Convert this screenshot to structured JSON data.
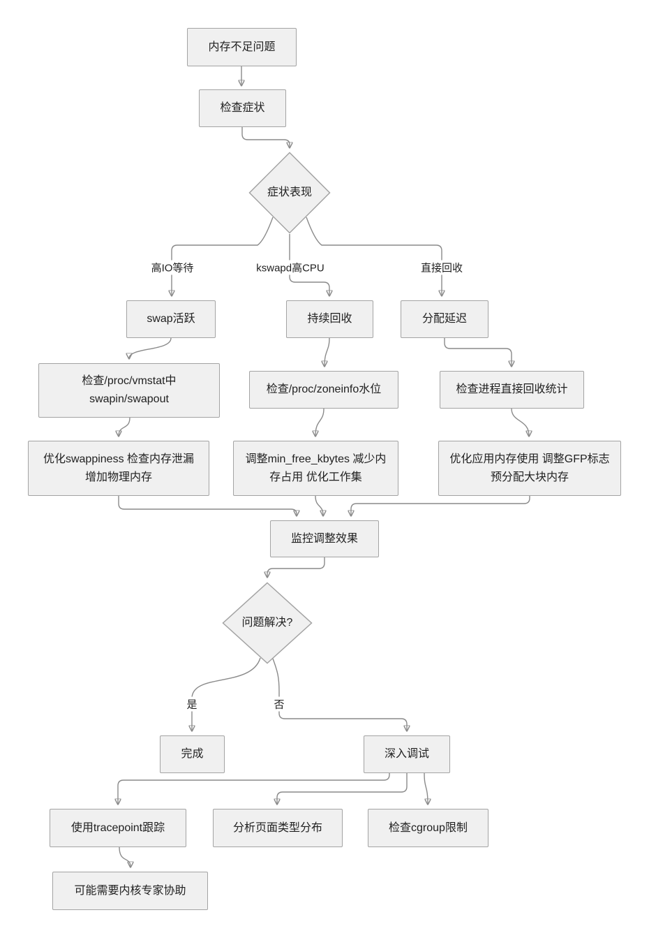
{
  "diagram": {
    "type": "flowchart",
    "language": "zh",
    "nodes": [
      {
        "id": "start",
        "shape": "rect",
        "label": "内存不足问题"
      },
      {
        "id": "check-symptoms",
        "shape": "rect",
        "label": "检查症状"
      },
      {
        "id": "symptom-decision",
        "shape": "diamond",
        "label": "症状表现"
      },
      {
        "id": "swap-active",
        "shape": "rect",
        "label": "swap活跃"
      },
      {
        "id": "sustained-reclaim",
        "shape": "rect",
        "label": "持续回收"
      },
      {
        "id": "alloc-delay",
        "shape": "rect",
        "label": "分配延迟"
      },
      {
        "id": "check-vmstat",
        "shape": "rect",
        "label": "检查/proc/vmstat中 swapin/swapout"
      },
      {
        "id": "check-zoneinfo",
        "shape": "rect",
        "label": "检查/proc/zoneinfo水位"
      },
      {
        "id": "check-direct-reclaim",
        "shape": "rect",
        "label": "检查进程直接回收统计"
      },
      {
        "id": "optimize-swappiness",
        "shape": "rect",
        "label": "优化swappiness 检查内存泄漏 增加物理内存"
      },
      {
        "id": "adjust-minfree",
        "shape": "rect",
        "label": "调整min_free_kbytes 减少内存占用 优化工作集"
      },
      {
        "id": "optimize-app",
        "shape": "rect",
        "label": "优化应用内存使用 调整GFP标志 预分配大块内存"
      },
      {
        "id": "monitor",
        "shape": "rect",
        "label": "监控调整效果"
      },
      {
        "id": "solved-decision",
        "shape": "diamond",
        "label": "问题解决?"
      },
      {
        "id": "done",
        "shape": "rect",
        "label": "完成"
      },
      {
        "id": "deep-debug",
        "shape": "rect",
        "label": "深入调试"
      },
      {
        "id": "tracepoint",
        "shape": "rect",
        "label": "使用tracepoint跟踪"
      },
      {
        "id": "page-type",
        "shape": "rect",
        "label": "分析页面类型分布"
      },
      {
        "id": "cgroup",
        "shape": "rect",
        "label": "检查cgroup限制"
      },
      {
        "id": "expert",
        "shape": "rect",
        "label": "可能需要内核专家协助"
      }
    ],
    "edges": [
      {
        "from": "start",
        "to": "check-symptoms",
        "label": ""
      },
      {
        "from": "check-symptoms",
        "to": "symptom-decision",
        "label": ""
      },
      {
        "from": "symptom-decision",
        "to": "swap-active",
        "label": "高IO等待"
      },
      {
        "from": "symptom-decision",
        "to": "sustained-reclaim",
        "label": "kswapd高CPU"
      },
      {
        "from": "symptom-decision",
        "to": "alloc-delay",
        "label": "直接回收"
      },
      {
        "from": "swap-active",
        "to": "check-vmstat",
        "label": ""
      },
      {
        "from": "sustained-reclaim",
        "to": "check-zoneinfo",
        "label": ""
      },
      {
        "from": "alloc-delay",
        "to": "check-direct-reclaim",
        "label": ""
      },
      {
        "from": "check-vmstat",
        "to": "optimize-swappiness",
        "label": ""
      },
      {
        "from": "check-zoneinfo",
        "to": "adjust-minfree",
        "label": ""
      },
      {
        "from": "check-direct-reclaim",
        "to": "optimize-app",
        "label": ""
      },
      {
        "from": "optimize-swappiness",
        "to": "monitor",
        "label": ""
      },
      {
        "from": "adjust-minfree",
        "to": "monitor",
        "label": ""
      },
      {
        "from": "optimize-app",
        "to": "monitor",
        "label": ""
      },
      {
        "from": "monitor",
        "to": "solved-decision",
        "label": ""
      },
      {
        "from": "solved-decision",
        "to": "done",
        "label": "是"
      },
      {
        "from": "solved-decision",
        "to": "deep-debug",
        "label": "否"
      },
      {
        "from": "deep-debug",
        "to": "tracepoint",
        "label": ""
      },
      {
        "from": "deep-debug",
        "to": "page-type",
        "label": ""
      },
      {
        "from": "deep-debug",
        "to": "cgroup",
        "label": ""
      },
      {
        "from": "tracepoint",
        "to": "expert",
        "label": ""
      }
    ],
    "colors": {
      "node_fill": "#f0f0f0",
      "node_border": "#a3a3a3",
      "edge_stroke": "#8a8a8a",
      "arrowhead": "#595959",
      "text": "#1f1f1f",
      "background": "#ffffff"
    }
  }
}
